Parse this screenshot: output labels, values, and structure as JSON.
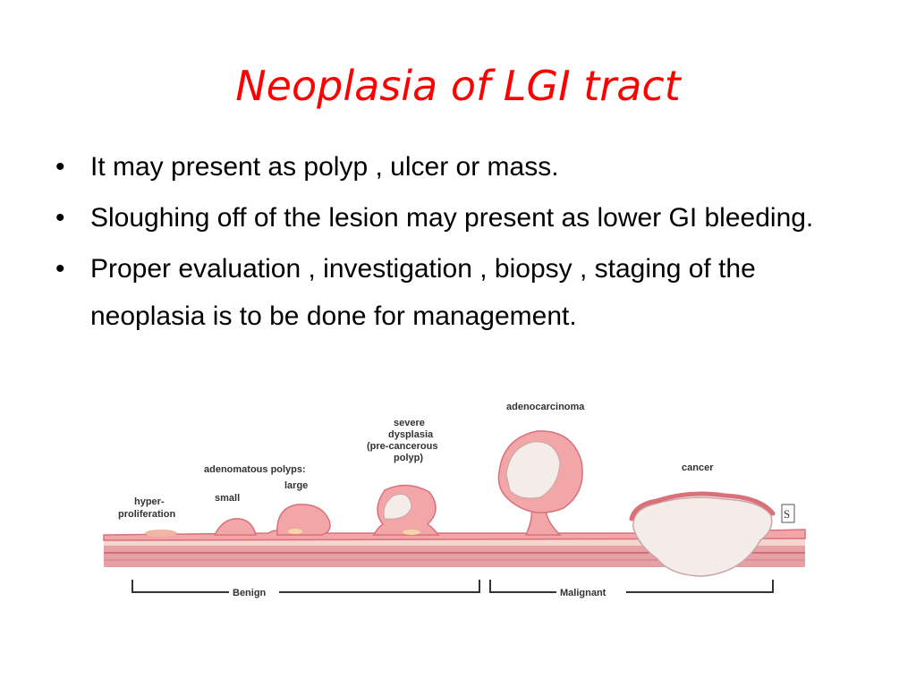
{
  "slide": {
    "title": "Neoplasia of LGI tract",
    "bullets": [
      "It may present as polyp , ulcer or mass.",
      "Sloughing off of the lesion may present as lower GI bleeding.",
      "Proper evaluation , investigation , biopsy , staging of the neoplasia is to be done for management."
    ]
  },
  "diagram": {
    "labels": {
      "hyperproliferation_line1": "hyper-",
      "hyperproliferation_line2": "proliferation",
      "adenomatous_polyps": "adenomatous polyps:",
      "small": "small",
      "large": "large",
      "severe_line1": "severe",
      "severe_line2": "dysplasia",
      "severe_line3": "(pre-cancerous",
      "severe_line4": "polyp)",
      "adenocarcinoma": "adenocarcinoma",
      "cancer": "cancer",
      "benign": "Benign",
      "malignant": "Malignant"
    }
  },
  "colors": {
    "title": "#ff0000",
    "tissue_pink": "#f2a6a8",
    "tissue_dark": "#d9707a",
    "tumor_white": "#f4ece8"
  }
}
